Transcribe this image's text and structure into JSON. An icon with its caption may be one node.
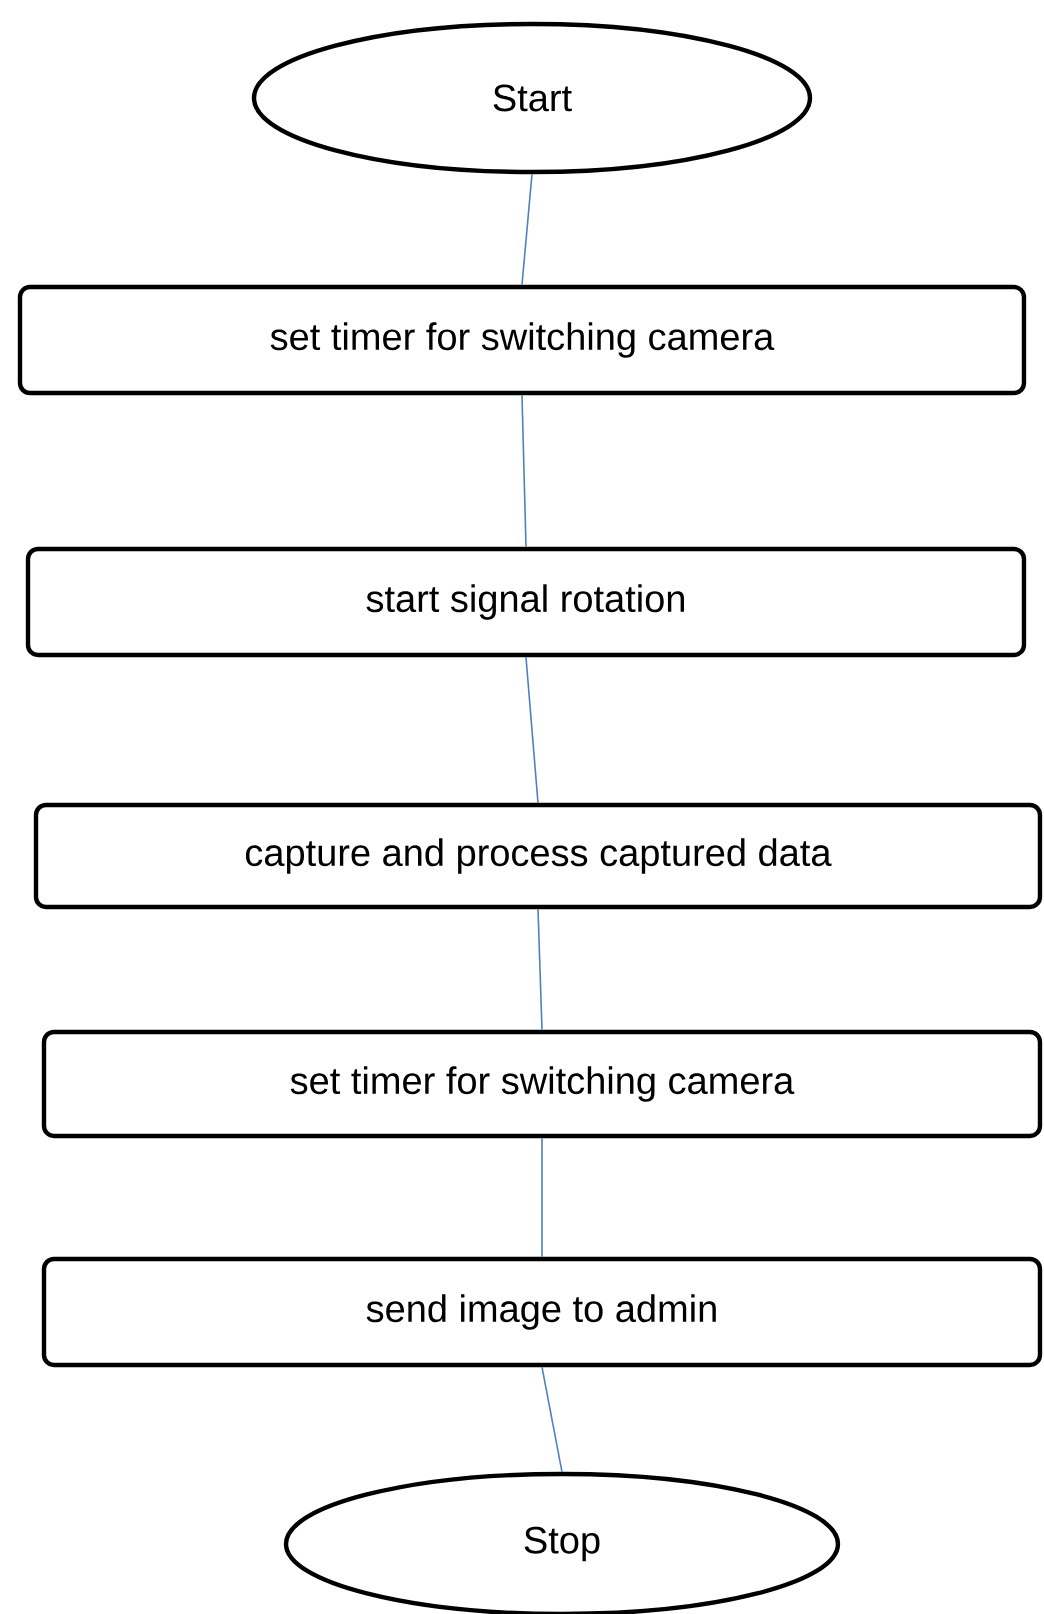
{
  "diagram": {
    "nodes": [
      {
        "text": [
          "Start"
        ]
      },
      {
        "text": [
          "set timer for switching camera"
        ]
      },
      {
        "text": [
          "start signal rotation"
        ]
      },
      {
        "text": [
          "capture and process captured data"
        ]
      },
      {
        "text": [
          "set timer for switching camera"
        ]
      },
      {
        "text": [
          "send image to admin"
        ]
      },
      {
        "text": [
          "Stop"
        ]
      }
    ],
    "edges": [
      {
        "from": 0,
        "to": 1,
        "arrow": "none"
      },
      {
        "from": 1,
        "to": 2,
        "arrow": "none"
      },
      {
        "from": 2,
        "to": 3,
        "arrow": "none"
      },
      {
        "from": 3,
        "to": 4,
        "arrow": "none"
      },
      {
        "from": 4,
        "to": 5,
        "arrow": "none"
      },
      {
        "from": 5,
        "to": 6,
        "arrow": "none"
      }
    ]
  }
}
